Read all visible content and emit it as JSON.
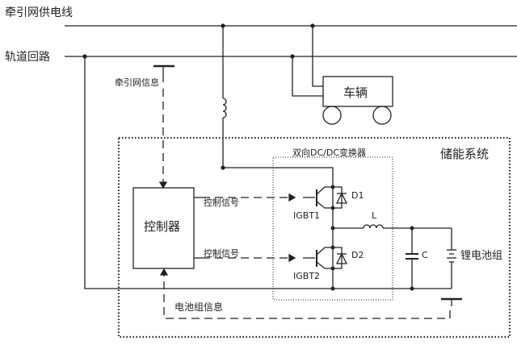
{
  "labels": {
    "traction_line": "牵引网供电线",
    "rail_return": "轨道回路",
    "traction_info": "牵引网信息",
    "vehicle": "车辆",
    "storage_system": "储能系统",
    "converter": "双向DC/DC变换器",
    "controller": "控制器",
    "control_signal_1": "控制信号",
    "control_signal_2": "控制信号",
    "battery_info": "电池组信息",
    "igbt1": "IGBT1",
    "igbt2": "IGBT2",
    "d1": "D1",
    "d2": "D2",
    "inductor": "L",
    "capacitor": "C",
    "battery": "锂电池组"
  },
  "colors": {
    "line": "#222222",
    "background": "#ffffff"
  }
}
